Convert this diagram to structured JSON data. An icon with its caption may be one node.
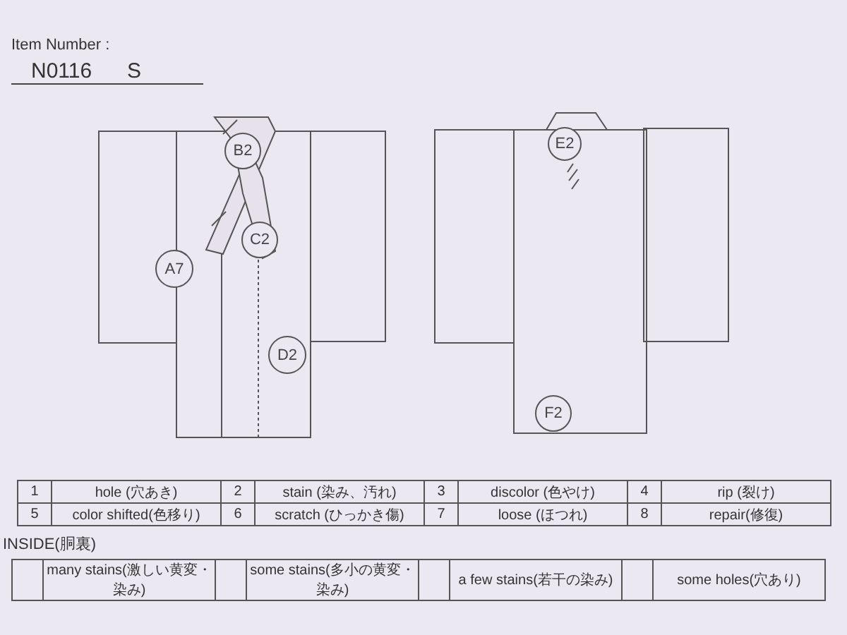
{
  "diagram": {
    "nodes": [
      {
        "text": [
          "B2"
        ]
      },
      {
        "text": [
          "C2"
        ]
      },
      {
        "text": [
          "A7"
        ]
      },
      {
        "text": [
          "D2"
        ]
      },
      {
        "text": [
          "E2"
        ]
      },
      {
        "text": [
          "F2"
        ]
      }
    ],
    "labels": [
      "Item Number :",
      "N0116",
      "S",
      "1",
      "hole (穴あき)",
      "2",
      "stain (染み、汚れ)",
      "3",
      "discolor (色やけ)",
      "4",
      "rip (裂け)",
      "5",
      "color shifted(色移り)",
      "6",
      "scratch (ひっかき傷)",
      "7",
      "loose (ほつれ)",
      "8",
      "repair(修復)",
      "INSIDE(胴裏)",
      "many stains(激しい黄変・染み)",
      "some stains(多小の黄変・染み)",
      "a few stains(若干の染み)",
      "some holes(穴あり)"
    ]
  }
}
